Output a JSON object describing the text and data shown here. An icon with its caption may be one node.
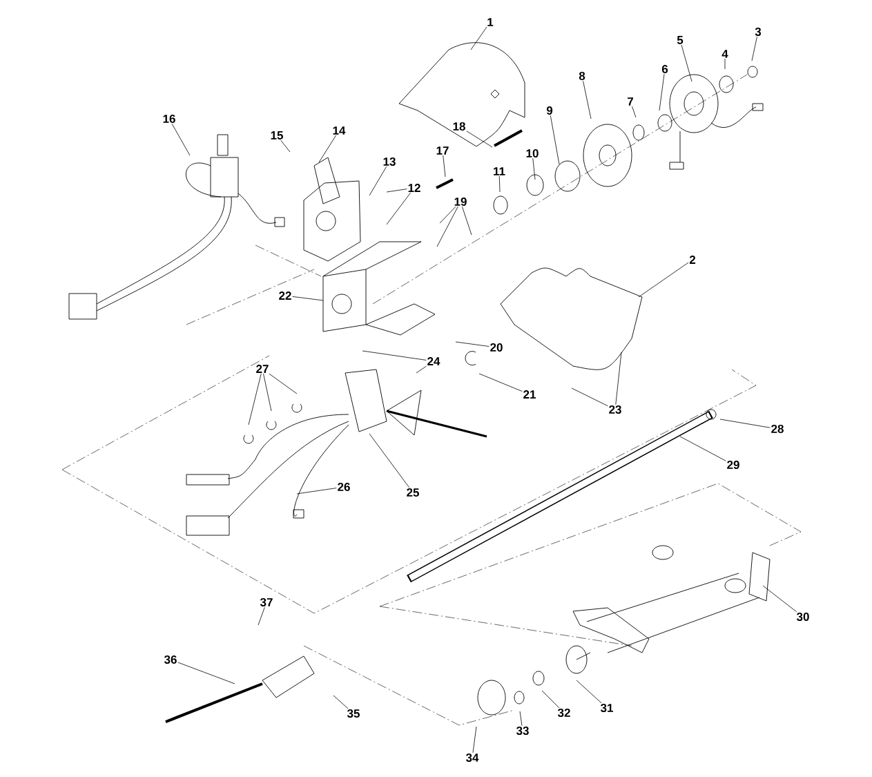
{
  "diagram": {
    "nodes": [
      {
        "text": [
          "1"
        ]
      },
      {
        "text": [
          "2"
        ]
      },
      {
        "text": [
          "3"
        ]
      },
      {
        "text": [
          "4"
        ]
      },
      {
        "text": [
          "5"
        ]
      },
      {
        "text": [
          "6"
        ]
      },
      {
        "text": [
          "7"
        ]
      },
      {
        "text": [
          "8"
        ]
      },
      {
        "text": [
          "9"
        ]
      },
      {
        "text": [
          "10"
        ]
      },
      {
        "text": [
          "11"
        ]
      },
      {
        "text": [
          "12"
        ]
      },
      {
        "text": [
          "13"
        ]
      },
      {
        "text": [
          "14"
        ]
      },
      {
        "text": [
          "15"
        ]
      },
      {
        "text": [
          "16"
        ]
      },
      {
        "text": [
          "17"
        ]
      },
      {
        "text": [
          "18"
        ]
      },
      {
        "text": [
          "19"
        ]
      },
      {
        "text": [
          "20"
        ]
      },
      {
        "text": [
          "21"
        ]
      },
      {
        "text": [
          "22"
        ]
      },
      {
        "text": [
          "23"
        ]
      },
      {
        "text": [
          "24"
        ]
      },
      {
        "text": [
          "25"
        ]
      },
      {
        "text": [
          "26"
        ]
      },
      {
        "text": [
          "27"
        ]
      },
      {
        "text": [
          "28"
        ]
      },
      {
        "text": [
          "29"
        ]
      },
      {
        "text": [
          "30"
        ]
      },
      {
        "text": [
          "31"
        ]
      },
      {
        "text": [
          "32"
        ]
      },
      {
        "text": [
          "33"
        ]
      },
      {
        "text": [
          "34"
        ]
      },
      {
        "text": [
          "35"
        ]
      },
      {
        "text": [
          "36"
        ]
      },
      {
        "text": [
          "37"
        ]
      }
    ],
    "edges": [
      {
        "from": 0,
        "to": null,
        "arrow": "none"
      },
      {
        "from": 1,
        "to": null,
        "arrow": "none"
      },
      {
        "from": 2,
        "to": null,
        "arrow": "none"
      },
      {
        "from": 3,
        "to": null,
        "arrow": "none"
      },
      {
        "from": 4,
        "to": null,
        "arrow": "none"
      },
      {
        "from": 5,
        "to": null,
        "arrow": "none"
      },
      {
        "from": 6,
        "to": null,
        "arrow": "none"
      },
      {
        "from": 7,
        "to": null,
        "arrow": "none"
      },
      {
        "from": 8,
        "to": null,
        "arrow": "none"
      },
      {
        "from": 9,
        "to": null,
        "arrow": "none"
      },
      {
        "from": 10,
        "to": null,
        "arrow": "none"
      },
      {
        "from": 11,
        "to": null,
        "arrow": "none"
      },
      {
        "from": 11,
        "to": null,
        "arrow": "none"
      },
      {
        "from": 12,
        "to": null,
        "arrow": "none"
      },
      {
        "from": 13,
        "to": null,
        "arrow": "none"
      },
      {
        "from": 14,
        "to": null,
        "arrow": "none"
      },
      {
        "from": 15,
        "to": null,
        "arrow": "none"
      },
      {
        "from": 16,
        "to": null,
        "arrow": "none"
      },
      {
        "from": 17,
        "to": null,
        "arrow": "none"
      },
      {
        "from": 18,
        "to": null,
        "arrow": "none"
      },
      {
        "from": 18,
        "to": null,
        "arrow": "none"
      },
      {
        "from": 18,
        "to": null,
        "arrow": "none"
      },
      {
        "from": 19,
        "to": null,
        "arrow": "none"
      },
      {
        "from": 20,
        "to": null,
        "arrow": "none"
      },
      {
        "from": 21,
        "to": null,
        "arrow": "none"
      },
      {
        "from": 22,
        "to": null,
        "arrow": "none"
      },
      {
        "from": 22,
        "to": null,
        "arrow": "none"
      },
      {
        "from": 23,
        "to": null,
        "arrow": "none"
      },
      {
        "from": 23,
        "to": null,
        "arrow": "none"
      },
      {
        "from": 24,
        "to": null,
        "arrow": "none"
      },
      {
        "from": 25,
        "to": null,
        "arrow": "none"
      },
      {
        "from": 26,
        "to": null,
        "arrow": "none"
      },
      {
        "from": 26,
        "to": null,
        "arrow": "none"
      },
      {
        "from": 26,
        "to": null,
        "arrow": "none"
      },
      {
        "from": 27,
        "to": null,
        "arrow": "none"
      },
      {
        "from": 28,
        "to": null,
        "arrow": "none"
      },
      {
        "from": 29,
        "to": null,
        "arrow": "none"
      },
      {
        "from": 30,
        "to": null,
        "arrow": "none"
      },
      {
        "from": 31,
        "to": null,
        "arrow": "none"
      },
      {
        "from": 32,
        "to": null,
        "arrow": "none"
      },
      {
        "from": 33,
        "to": null,
        "arrow": "none"
      },
      {
        "from": 34,
        "to": null,
        "arrow": "none"
      },
      {
        "from": 35,
        "to": null,
        "arrow": "none"
      },
      {
        "from": 36,
        "to": null,
        "arrow": "none"
      }
    ]
  }
}
